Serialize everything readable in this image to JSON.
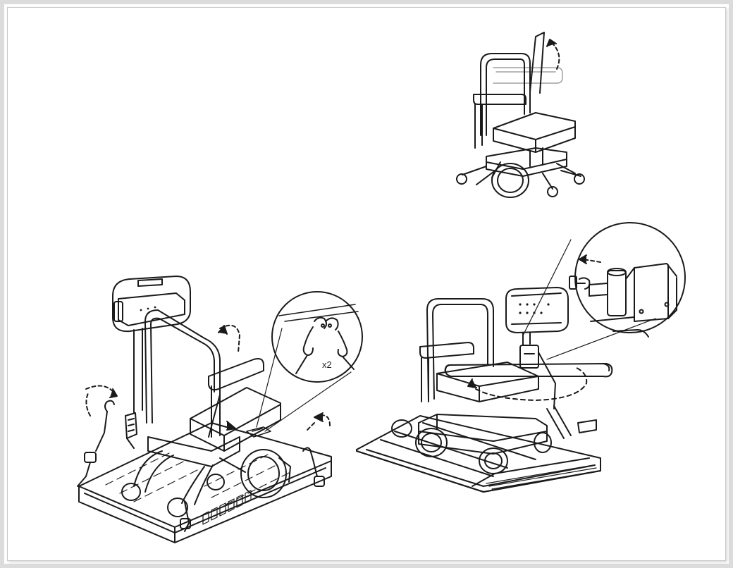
{
  "callout": {
    "quantity_label": "x2"
  },
  "colors": {
    "line": "#1a1a1a",
    "frame_border": "#dcdcdc",
    "ghost_line": "#a0a0a0",
    "background": "#ffffff"
  },
  "illustrations": [
    {
      "name": "chair-folded-backrest-view",
      "icons": [
        "wheelchair-icon",
        "backrest-fold-arrow-icon"
      ]
    },
    {
      "name": "chair-with-lift-platform-and-straps-view",
      "icons": [
        "wheelchair-icon",
        "tie-down-strap-icon",
        "hook-icon",
        "headrest-icon",
        "curved-arrow-icon"
      ]
    },
    {
      "name": "chair-on-ramp-with-pole-view",
      "icons": [
        "wheelchair-icon",
        "pole-bracket-icon",
        "rotation-arrow-icon"
      ]
    }
  ]
}
